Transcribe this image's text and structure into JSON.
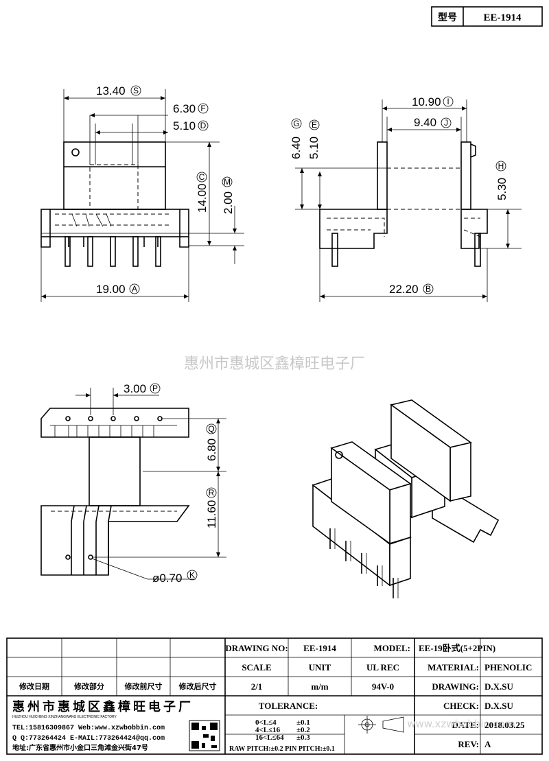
{
  "header": {
    "model_label": "型号",
    "model_value": "EE-1914"
  },
  "dimensions": {
    "S": "13.40",
    "F": "6.30",
    "D": "5.10",
    "C": "14.00",
    "M": "2.00",
    "A": "19.00",
    "I": "10.90",
    "J": "9.40",
    "G": "6.40",
    "E": "5.10",
    "H": "5.30",
    "B": "22.20",
    "P": "3.00",
    "Q": "6.80",
    "R": "11.60",
    "K": "ø0.70"
  },
  "dimension_letters": {
    "S": "S",
    "F": "F",
    "D": "D",
    "C": "C",
    "M": "M",
    "A": "A",
    "I": "I",
    "J": "J",
    "G": "G",
    "E": "E",
    "H": "H",
    "B": "B",
    "P": "P",
    "Q": "Q",
    "R": "R",
    "K": "K"
  },
  "watermark": {
    "center": "惠州市惠城区鑫樟旺电子厂",
    "bottom": "www.xzwbobbin.com"
  },
  "title_block": {
    "revision_headers": [
      "修改日期",
      "修改部分",
      "修改前尺寸",
      "修改后尺寸"
    ],
    "company_cn": "惠州市惠城区鑫樟旺电子厂",
    "company_en": "HUIZHOU HUICHENG XINZHANGWANG ELECTRONIC FACTORY",
    "tel_line": "TEL:15816309867 Web:www.xzwbobbin.com",
    "qq_line": "Q Q:773264424 E-MAIL:773264424@qq.com",
    "address_line": "地址:广东省惠州市小金口三角滩金兴街47号",
    "drawing_no_label": "DRAWING NO:",
    "drawing_no_value": "EE-1914",
    "model_label": "MODEL:",
    "model_value": "EE-19卧式(5+2PIN)",
    "scale_label": "SCALE",
    "unit_label": "UNIT",
    "ulrec_label": "UL REC",
    "scale_value": "2/1",
    "unit_value": "m/m",
    "ulrec_value": "94V-0",
    "material_label": "MATERIAL:",
    "material_value": "PHENOLIC",
    "drawing_label": "DRAWING:",
    "drawing_value": "D.X.SU",
    "check_label": "CHECK:",
    "check_value": "D.X.SU",
    "date_label": "DATE:",
    "date_value": "2018.03.25",
    "rev_label": "REV:",
    "rev_value": "A",
    "tolerance_label": "TOLERANCE:",
    "tol_rows": [
      {
        "range": "0<L≤4",
        "value": "±0.1"
      },
      {
        "range": "4<L≤16",
        "value": "±0.2"
      },
      {
        "range": "16<L≤64",
        "value": "±0.3"
      }
    ],
    "pitch_line": "RAW PITCH:±0.2 PIN PITCH:±0.1"
  }
}
